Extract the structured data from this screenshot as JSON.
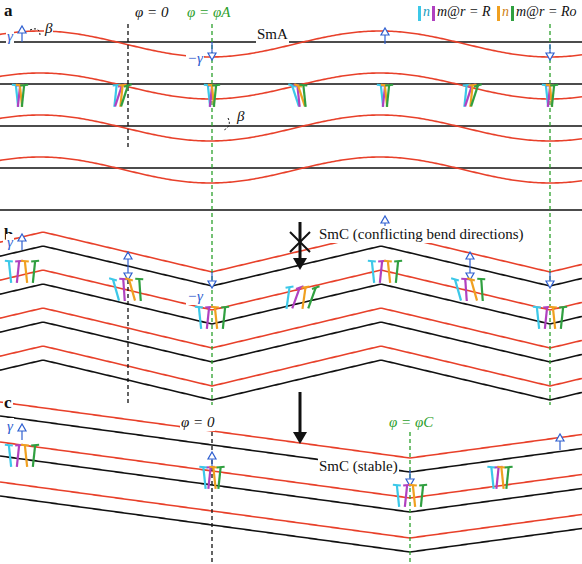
{
  "diagram": {
    "labels": [
      "a",
      "φ = 0",
      "φ = φA",
      "SmA",
      "γ",
      "β",
      "−γ",
      "β",
      "b",
      "SmC (conflicting bend directions)",
      "γ",
      "−γ",
      "c",
      "γ",
      "φ = 0",
      "φ = φC",
      "SmC (stable)"
    ],
    "legend": [
      {
        "text": "n",
        "color": "#3cc8e8"
      },
      {
        "text": "m@r = R",
        "color": "#b040c0"
      },
      {
        "text": "n",
        "color": "#f0a020"
      },
      {
        "text": "m@r = Ro",
        "color": "#30a040"
      }
    ]
  }
}
